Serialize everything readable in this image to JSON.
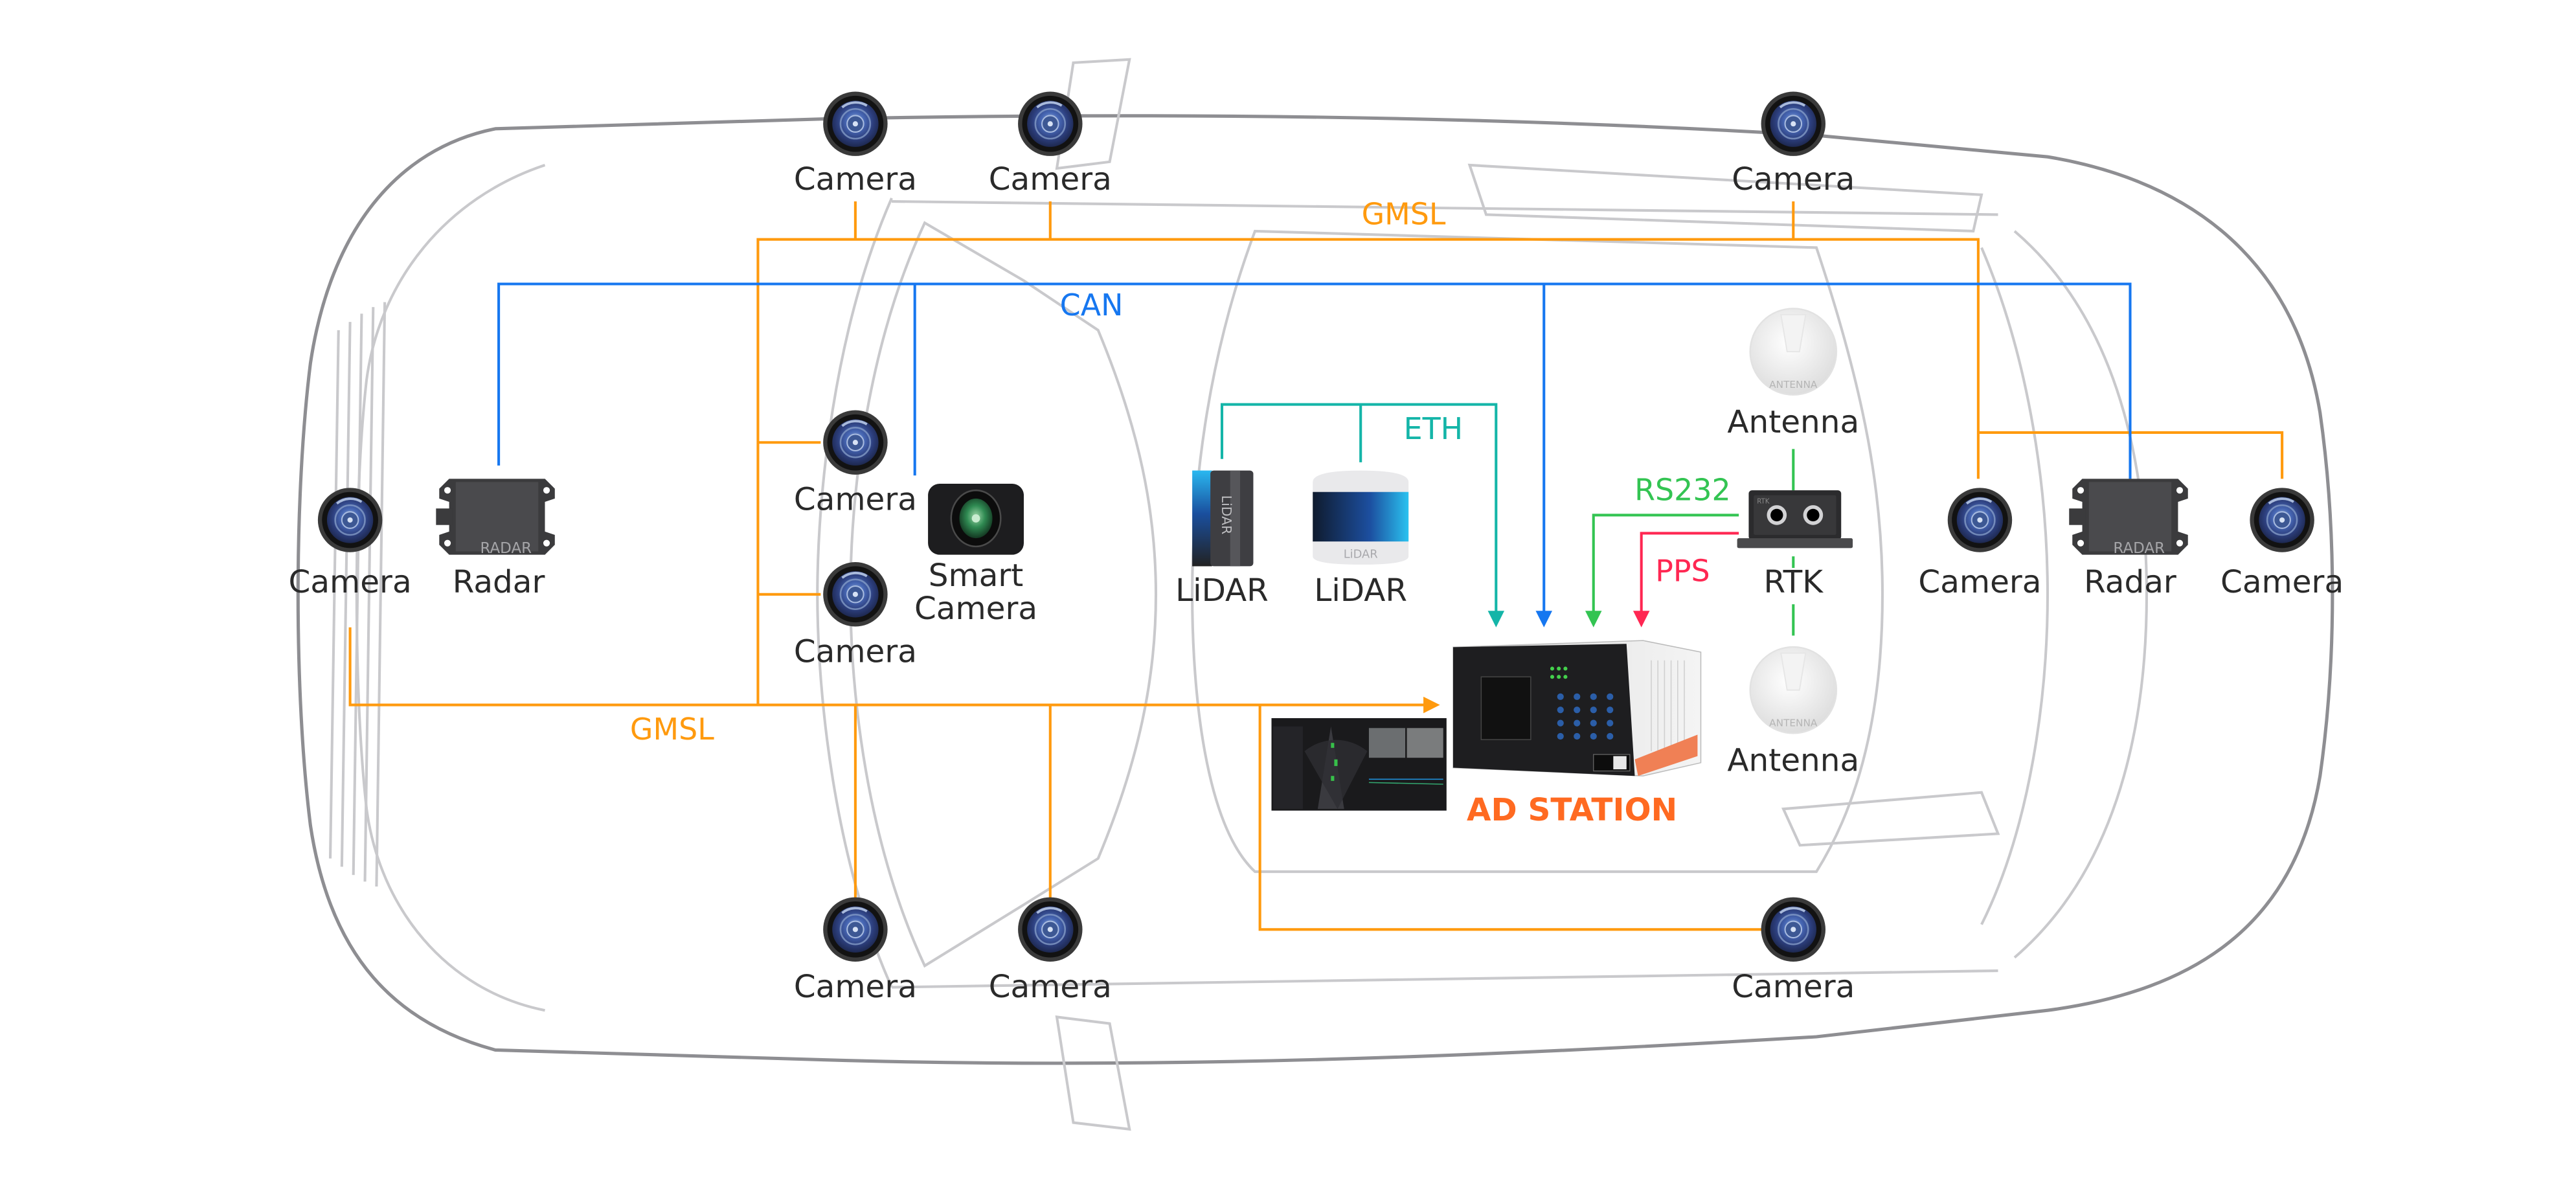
{
  "colors": {
    "gmsl": "#ff9a0e",
    "can": "#1677f0",
    "eth": "#14b5a8",
    "rs232": "#33c452",
    "pps": "#ff2752",
    "ad_station": "#ff6a21",
    "label": "#2a2a2a"
  },
  "buses": {
    "gmsl_top": "GMSL",
    "gmsl_bottom": "GMSL",
    "can": "CAN",
    "eth": "ETH",
    "rs232": "RS232",
    "pps": "PPS"
  },
  "devices": {
    "camera_top_1": "Camera",
    "camera_top_2": "Camera",
    "camera_top_3": "Camera",
    "camera_mid_1": "Camera",
    "camera_mid_2": "Camera",
    "camera_front": "Camera",
    "radar_front": "Radar",
    "smart_camera_line1": "Smart",
    "smart_camera_line2": "Camera",
    "lidar_1": "LiDAR",
    "lidar_2": "LiDAR",
    "antenna_top": "Antenna",
    "antenna_bottom": "Antenna",
    "rtk": "RTK",
    "camera_rear_left": "Camera",
    "radar_rear": "Radar",
    "camera_rear_right": "Camera",
    "camera_bottom_1": "Camera",
    "camera_bottom_2": "Camera",
    "camera_bottom_3": "Camera",
    "ad_station": "AD STATION"
  },
  "device_marks": {
    "radar": "RADAR",
    "lidar": "LiDAR",
    "antenna": "ANTENNA",
    "rtk": "RTK"
  }
}
